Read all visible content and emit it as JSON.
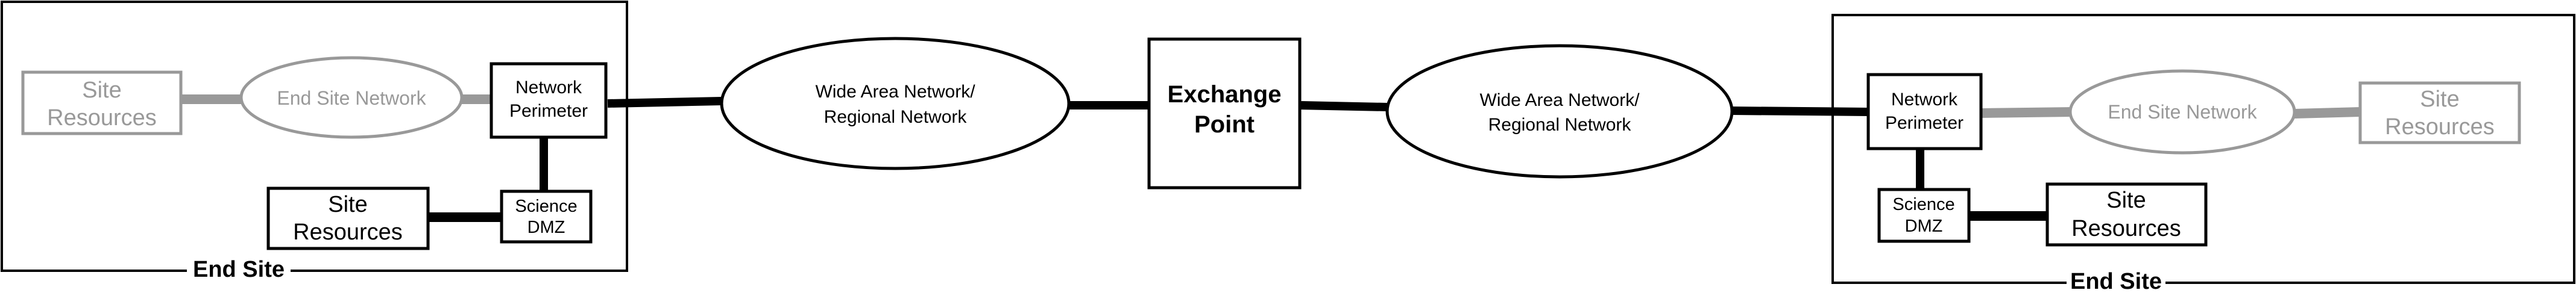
{
  "colors": {
    "dark": "#000000",
    "faded": "#999999",
    "background": "#ffffff"
  },
  "left_site": {
    "label": "End Site",
    "site_resources_faded": [
      "Site",
      "Resources"
    ],
    "end_site_network": "End Site Network",
    "network_perimeter": [
      "Network",
      "Perimeter"
    ],
    "site_resources": [
      "Site",
      "Resources"
    ],
    "science_dmz": [
      "Science",
      "DMZ"
    ]
  },
  "wan_left": [
    "Wide Area Network/",
    "Regional Network"
  ],
  "exchange_point": [
    "Exchange",
    "Point"
  ],
  "wan_right": [
    "Wide Area Network/",
    "Regional Network"
  ],
  "right_site": {
    "label": "End Site",
    "network_perimeter": [
      "Network",
      "Perimeter"
    ],
    "end_site_network": "End Site Network",
    "site_resources_faded": [
      "Site",
      "Resources"
    ],
    "science_dmz": [
      "Science",
      "DMZ"
    ],
    "site_resources": [
      "Site",
      "Resources"
    ]
  }
}
